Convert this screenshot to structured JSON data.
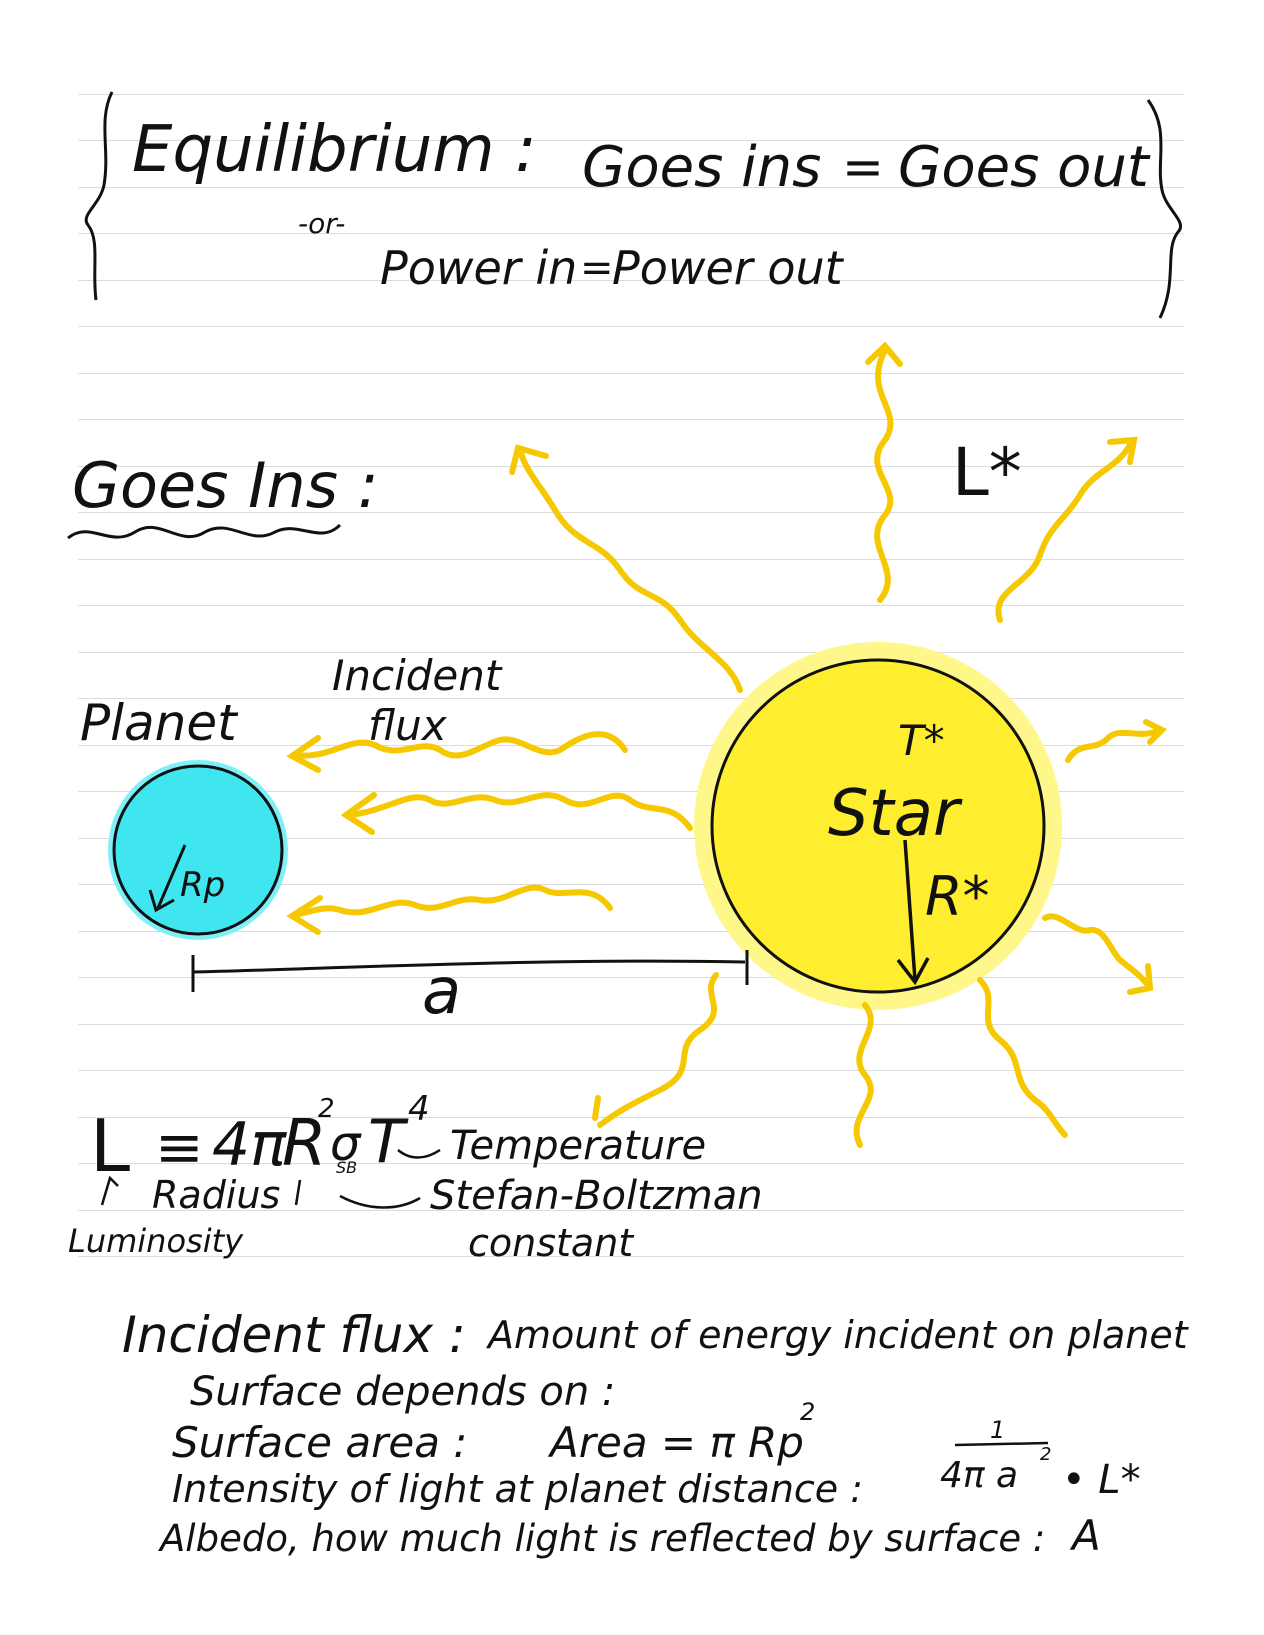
{
  "header": {
    "title": "Equilibrium :",
    "goes_ins": "Goes ins",
    "equals": "=",
    "goes_out": "Goes out",
    "or": "-or-",
    "power_in": "Power in",
    "power_equals": "=",
    "power_out": "Power out"
  },
  "section": {
    "goes_ins_heading": "Goes Ins :"
  },
  "diagram": {
    "planet_label": "Planet",
    "planet_radius": "Rp",
    "incident_flux_line1": "Incident",
    "incident_flux_line2": "flux",
    "star_label": "Star",
    "star_temperature": "T*",
    "star_radius": "R*",
    "star_luminosity": "L*",
    "distance": "a",
    "colors": {
      "star_fill": "#ffee30",
      "rays": "#f5c800",
      "planet_fill": "#3fe6f0"
    }
  },
  "equation": {
    "L": "L",
    "identity": "≡",
    "four_pi": "4π",
    "R": "R",
    "sq": "2",
    "sigma": "σ",
    "sb": "SB",
    "T": "T",
    "four": "4",
    "temperature_label": "Temperature",
    "radius_label": "Radius",
    "stefan_label": "Stefan-Boltzman",
    "constant_label": "constant",
    "luminosity_label": "Luminosity"
  },
  "notes": {
    "incident_flux": "Incident flux :",
    "definition": "Amount of energy incident on planet",
    "surface_depends": "Surface depends on :",
    "surface_area": "Surface area :",
    "area_formula": "Area = π Rp",
    "area_sq": "2",
    "intensity": "Intensity of light at planet distance :",
    "intensity_num": "1",
    "intensity_den": "4π a",
    "intensity_sq": "2",
    "intensity_tail": "• L*",
    "albedo": "Albedo, how much light is reflected by surface :",
    "albedo_symbol": "A"
  }
}
